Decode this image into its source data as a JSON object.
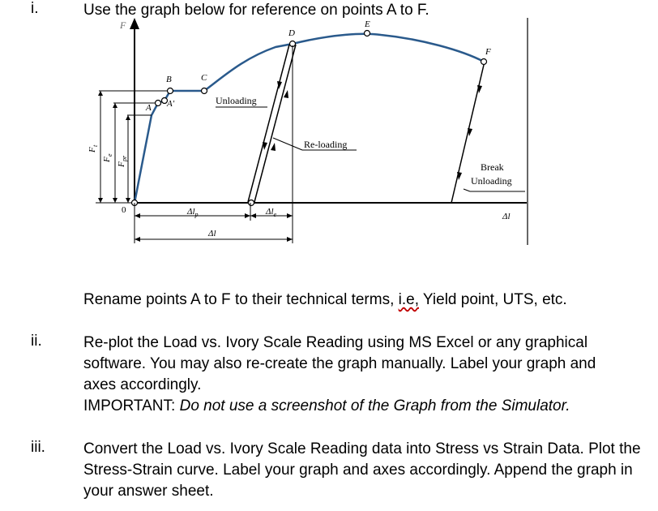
{
  "q1": {
    "number": "i.",
    "instruction": "Use the graph below for reference on points A to F.",
    "rename_line_before": "Rename points A to F to their technical terms, ",
    "rename_line_wavy": "i.e,",
    "rename_line_after": " Yield point, UTS, etc."
  },
  "q2": {
    "number": "ii.",
    "lines": [
      "Re-plot the Load vs. Ivory Scale Reading using MS Excel or any graphical",
      "software. You may also re-create the graph manually. Label your graph and",
      "axes accordingly."
    ],
    "important_label": "IMPORTANT: ",
    "important_text": "Do not use a screenshot of the Graph from the Simulator."
  },
  "q3": {
    "number": "iii.",
    "lines": [
      "Convert the Load vs. Ivory Scale Reading data into Stress vs Strain Data. Plot the",
      "Stress-Strain curve. Label your graph and axes accordingly. Append the graph in",
      "your answer sheet."
    ]
  },
  "graph": {
    "y_axis_label": "F",
    "origin_label": "0",
    "points": {
      "A": "A",
      "A_upper": "A",
      "A_prime": "'",
      "B": "B",
      "C": "C",
      "D": "D",
      "E": "E",
      "F": "F"
    },
    "annotations": {
      "unloading": "Unloading",
      "reloading": "Re-loading",
      "break_unloading_1": "Break",
      "break_unloading_2": "Unloading"
    },
    "force_labels": {
      "ft": "F",
      "ft_sub": "t",
      "fe": "F",
      "fe_sub": "e",
      "fpr": "F",
      "fpr_sub": "pr"
    },
    "dimension_labels": {
      "dlp": "Δl",
      "dlp_sub": "p",
      "dle": "Δl",
      "dle_sub": "e",
      "dl_total": "Δl",
      "dl_axis": "Δl"
    },
    "colors": {
      "curve": "#2a5a8c",
      "lines": "#000000"
    }
  }
}
